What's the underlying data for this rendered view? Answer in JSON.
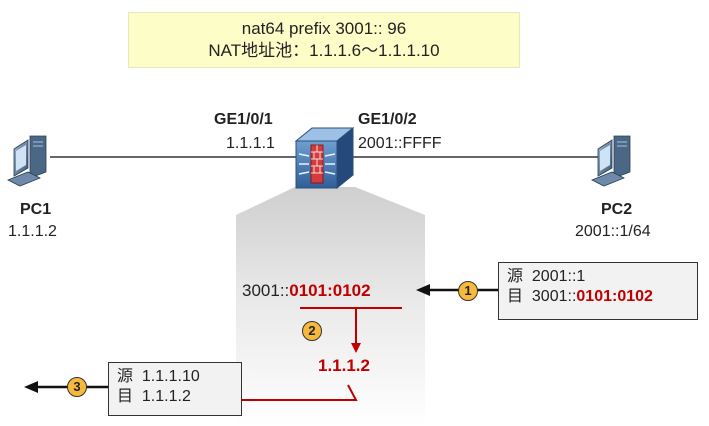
{
  "note": {
    "line1": "nat64 prefix 3001:: 96",
    "line2": "NAT地址池：1.1.1.6～1.1.1.10"
  },
  "firewall": {
    "port_left": {
      "name": "GE1/0/1",
      "ip": "1.1.1.1"
    },
    "port_right": {
      "name": "GE1/0/2",
      "ip": "2001::FFFF"
    }
  },
  "pc1": {
    "name": "PC1",
    "ip": "1.1.1.2"
  },
  "pc2": {
    "name": "PC2",
    "ip": "2001::1/64"
  },
  "step1": {
    "number": "1",
    "src_label": "源",
    "src_value": "2001::1",
    "dst_label": "目",
    "dst_prefix": "3001::",
    "dst_suffix": "0101:0102"
  },
  "step2": {
    "number": "2",
    "addr_prefix": "3001::",
    "addr_suffix": "0101:0102",
    "result": "1.1.1.2"
  },
  "step3": {
    "number": "3",
    "src_label": "源",
    "src_value": "1.1.1.10",
    "dst_label": "目",
    "dst_value": "1.1.1.2"
  },
  "colors": {
    "accent_red": "#c00000",
    "badge": "#f6b93b",
    "note_bg": "#fdfdc8",
    "cone": "#e6e6e6"
  }
}
